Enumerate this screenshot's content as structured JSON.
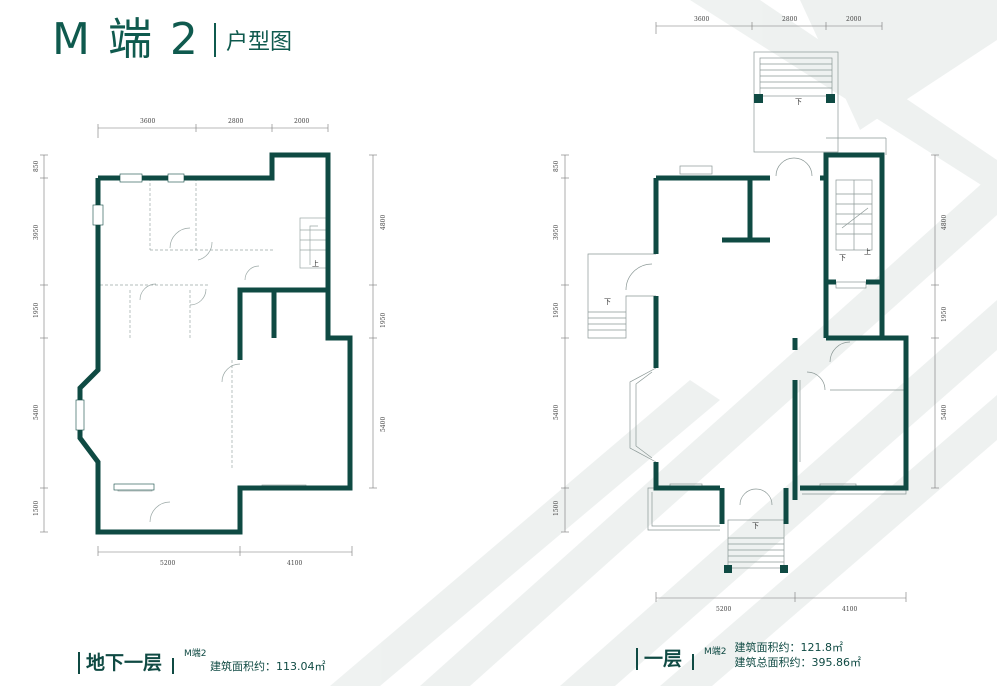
{
  "header": {
    "title": "M 端 2",
    "subtitle": "户型图"
  },
  "colors": {
    "wall": "#0f4a43",
    "accent": "#0f5a4e",
    "thin_line": "#9aa7a5",
    "dimension": "#777777"
  },
  "basement": {
    "dims_top": [
      "3600",
      "2800",
      "2000"
    ],
    "dims_bottom": [
      "5200",
      "4100"
    ],
    "dims_left": [
      "850",
      "3950",
      "1950",
      "5400",
      "1500"
    ],
    "dims_right": [
      "4800",
      "1950",
      "5400"
    ],
    "stair_label": "上",
    "caption": {
      "floor": "地下一层",
      "tag": "M端2",
      "area_text": "建筑面积约：113.04㎡"
    }
  },
  "first_floor": {
    "dims_top": [
      "3600",
      "2800",
      "2000"
    ],
    "dims_bottom": [
      "5200",
      "4100"
    ],
    "dims_left": [
      "850",
      "3950",
      "1950",
      "5400",
      "1500"
    ],
    "dims_right": [
      "4800",
      "1950",
      "5400"
    ],
    "labels": {
      "down_top": "下",
      "down_left": "下",
      "down_stair": "下",
      "up_stair": "上",
      "down_bottom": "下"
    },
    "caption": {
      "floor": "一层",
      "tag": "M端2",
      "area_text": "建筑面积约：121.8㎡",
      "total_area_text": "建筑总面积约：395.86㎡"
    }
  }
}
